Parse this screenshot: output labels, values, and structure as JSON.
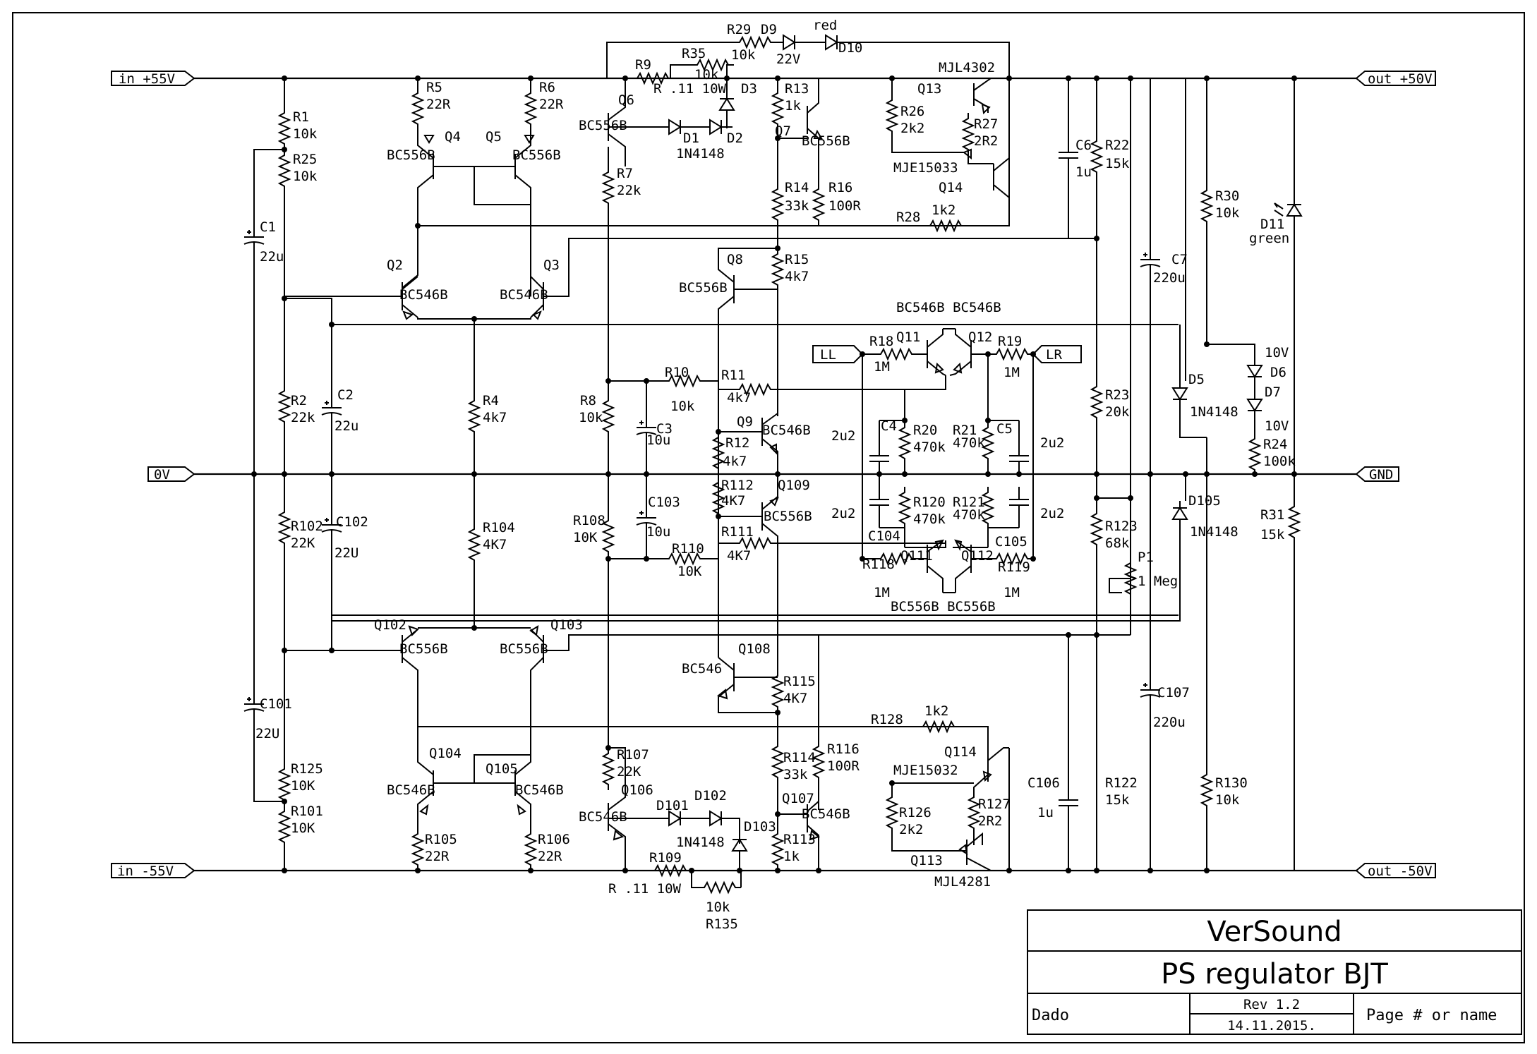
{
  "ports": {
    "in_pos": "in +55V",
    "in_neg": "in -55V",
    "zero": "0V",
    "out_pos": "out +50V",
    "out_neg": "out -50V",
    "gnd": "GND",
    "ll": "LL",
    "lr": "LR"
  },
  "title_block": {
    "company": "VerSound",
    "title": "PS regulator BJT",
    "author": "Dado",
    "rev": "Rev 1.2",
    "date": "14.11.2015.",
    "page": "Page # or name"
  },
  "labels": {
    "R1": "R1",
    "R1v": "10k",
    "R25": "R25",
    "R25v": "10k",
    "C1": "C1",
    "C1v": "22u",
    "R2": "R2",
    "R2v": "22k",
    "C2": "C2",
    "C2v": "22u",
    "R102": "R102",
    "R102v": "22K",
    "C102": "C102",
    "C102v": "22U",
    "C101": "C101",
    "C101v": "22U",
    "R125": "R125",
    "R125v": "10K",
    "R101": "R101",
    "R101v": "10K",
    "R5": "R5",
    "R5v": "22R",
    "R6": "R6",
    "R6v": "22R",
    "Q4": "Q4",
    "Q4t": "BC556B",
    "Q5": "Q5",
    "Q5t": "BC556B",
    "Q2": "Q2",
    "Q2t": "BC546B",
    "Q3": "Q3",
    "Q3t": "BC546B",
    "R4": "R4",
    "R4v": "4k7",
    "R104": "R104",
    "R104v": "4K7",
    "Q102": "Q102",
    "Q102t": "BC556B",
    "Q103": "Q103",
    "Q103t": "BC556B",
    "Q104": "Q104",
    "Q104t": "BC546B",
    "Q105": "Q105",
    "Q105t": "BC546B",
    "R105": "R105",
    "R105v": "22R",
    "R106": "R106",
    "R106v": "22R",
    "R9": "R9",
    "R9v": "R .11 10W",
    "R35": "R35",
    "R35v": "10k",
    "R29": "R29",
    "R29v": "10k",
    "D9": "D9",
    "D9v": "22V",
    "D10": "D10",
    "D10v": "red",
    "D3": "D3",
    "D1": "D1",
    "D2": "D2",
    "D1v": "1N4148",
    "Q6": "Q6",
    "Q6t": "BC556B",
    "R7": "R7",
    "R7v": "22k",
    "R13": "R13",
    "R13v": "1k",
    "Q7": "Q7",
    "Q7t": "BC556B",
    "R14": "R14",
    "R14v": "33k",
    "R16": "R16",
    "R16v": "100R",
    "Q13": "Q13",
    "Q13t": "MJL4302",
    "R26": "R26",
    "R26v": "2k2",
    "R27": "R27",
    "R27v": "2R2",
    "Q14": "Q14",
    "Q14t": "MJE15033",
    "R28": "R28",
    "R28v": "1k2",
    "C6": "C6",
    "C6v": "1u",
    "R22": "R22",
    "R22v": "15k",
    "C7": "C7",
    "C7v": "220u",
    "R30": "R30",
    "R30v": "10k",
    "D11": "D11",
    "D11v": "green",
    "Q8": "Q8",
    "Q8t": "BC556B",
    "R15": "R15",
    "R15v": "4k7",
    "Q11Q12t": "BC546B BC546B",
    "R18": "R18",
    "R18v": "1M",
    "Q11": "Q11",
    "Q12": "Q12",
    "R19": "R19",
    "R19v": "1M",
    "R10": "R10",
    "R10v": "10k",
    "R11": "R11",
    "R11v": "4k7",
    "R8": "R8",
    "R8v": "10k",
    "C3": "C3",
    "C3v": "10u",
    "Q9": "Q9",
    "Q9t": "BC546B",
    "R12": "R12",
    "R12v": "4k7",
    "C4": "C4",
    "C4v": "2u2",
    "R20": "R20",
    "R20v": "470k",
    "R21": "R21",
    "R21v": "470k",
    "C5": "C5",
    "C5v": "2u2",
    "R23": "R23",
    "R23v": "20k",
    "D5": "D5",
    "D5v": "1N4148",
    "D6": "D6",
    "D6v": "10V",
    "D7": "D7",
    "D7v": "10V",
    "R24": "R24",
    "R24v": "100k",
    "R112": "R112",
    "R112v": "4K7",
    "Q109": "Q109",
    "Q109t": "BC556B",
    "R108": "R108",
    "R108v": "10K",
    "C103": "C103",
    "C103v": "10u",
    "R110": "R110",
    "R110v": "10K",
    "R111": "R111",
    "R111v": "4K7",
    "C104": "C104",
    "C104v": "2u2",
    "R120": "R120",
    "R120v": "470k",
    "R121": "R121",
    "R121v": "470k",
    "C105": "C105",
    "C105v": "2u2",
    "R123": "R123",
    "R123v": "68k",
    "P1": "P1",
    "P1v": "1 Meg",
    "D105": "D105",
    "D105v": "1N4148",
    "R31": "R31",
    "R31v": "15k",
    "R118": "R118",
    "R118v": "1M",
    "Q111": "Q111",
    "Q112": "Q112",
    "Q111Q112t": "BC556B BC556B",
    "R119": "R119",
    "R119v": "1M",
    "Q108": "Q108",
    "Q108t": "BC546",
    "R115": "R115",
    "R115v": "4K7",
    "R128": "R128",
    "R128v": "1k2",
    "Q114": "Q114",
    "Q114t": "MJE15032",
    "C106": "C106",
    "C106v": "1u",
    "R122": "R122",
    "R122v": "15k",
    "C107": "C107",
    "C107v": "220u",
    "R130": "R130",
    "R130v": "10k",
    "R107": "R107",
    "R107v": "22K",
    "Q106": "Q106",
    "Q106t": "BC546B",
    "D101": "D101",
    "D102": "D102",
    "D101v": "1N4148",
    "D103": "D103",
    "R114": "R114",
    "R114v": "33k",
    "R116": "R116",
    "R116v": "100R",
    "Q107": "Q107",
    "Q107t": "BC546B",
    "R113": "R113",
    "R113v": "1k",
    "R126": "R126",
    "R126v": "2k2",
    "R127": "R127",
    "R127v": "2R2",
    "Q113": "Q113",
    "Q113t": "MJL4281",
    "R109": "R109",
    "R109v": "R .11 10W",
    "R135": "R135",
    "R135v": "10k"
  }
}
